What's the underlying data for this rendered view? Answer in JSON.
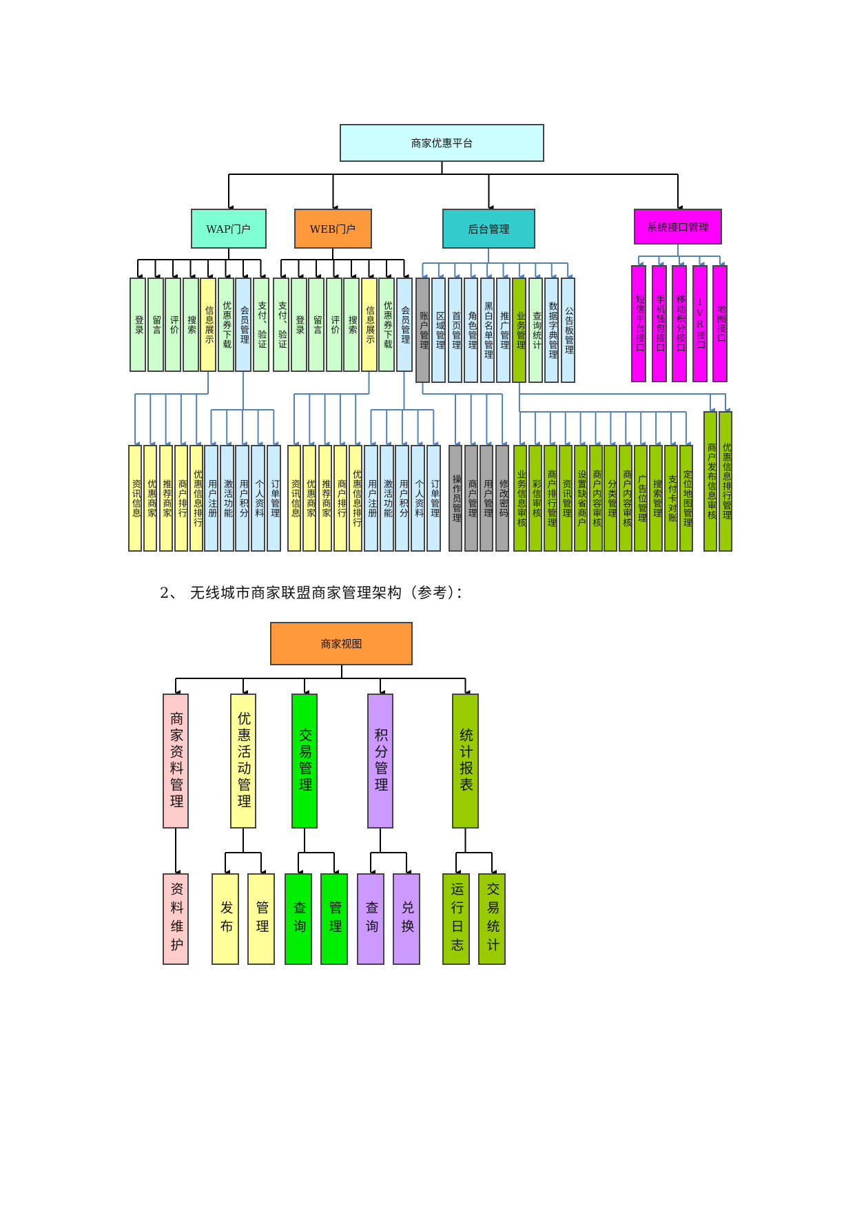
{
  "diagram1": {
    "root": "商家优惠平台",
    "branches": [
      {
        "label": "WAP门户",
        "color": "#7fffd4",
        "children": [
          "登录",
          "留言",
          "评价",
          "搜索",
          "信息展示",
          "优惠券下载",
          "会员管理",
          "支付、验证"
        ]
      },
      {
        "label": "WEB门户",
        "color": "#ff9a3c",
        "children": [
          "支付、验证",
          "登录",
          "留言",
          "评价",
          "搜索",
          "信息展示",
          "优惠券下载",
          "会员管理"
        ]
      },
      {
        "label": "后台管理",
        "color": "#33cccc",
        "children": [
          "账户管理",
          "区域管理",
          "首页管理",
          "角色管理",
          "黑白名单管理",
          "推广管理",
          "业务管理",
          "查询统计",
          "数据字典管理",
          "公告板管理"
        ]
      },
      {
        "label": "系统接口管理",
        "color": "#ff00ff",
        "children": [
          "短信平台接口",
          "手机钱包接口",
          "移动积分接口",
          "IVR接口",
          "地图接口"
        ]
      }
    ],
    "wap_info_children": [
      "资讯信息",
      "优惠商家",
      "推荐商家",
      "商户排行",
      "优惠信息排行"
    ],
    "wap_member_children": [
      "用户注册",
      "激活功能",
      "用户积分",
      "个人资料",
      "订单管理"
    ],
    "web_info_children": [
      "资讯信息",
      "优惠商家",
      "推荐商家",
      "商户排行",
      "优惠信息排行"
    ],
    "web_member_children": [
      "用户注册",
      "激活功能",
      "用户积分",
      "个人资料",
      "订单管理"
    ],
    "account_children": [
      "操作员管理",
      "商户管理",
      "用户管理",
      "修改密码"
    ],
    "business_children": [
      "业务信息审核",
      "彩信审核",
      "商户排行管理",
      "资讯管理",
      "设置缺省商户",
      "商户内容审核",
      "分类管理",
      "商户内容审核",
      "广告位管理",
      "搜索管理",
      "支付卡对账",
      "定位地图管理",
      "商户发布信息审核",
      "优惠信息排行管理"
    ]
  },
  "heading": "2、 无线城市商家联盟商家管理架构（参考）：",
  "diagram2": {
    "root": "商家视图",
    "root_color": "#ff9a3c",
    "branches": [
      {
        "label": "商家资料管理",
        "color": "#ffcccc",
        "children": [
          "资料维护"
        ]
      },
      {
        "label": "优惠活动管理",
        "color": "#ffff99",
        "children": [
          "发布",
          "管理"
        ]
      },
      {
        "label": "交易管理",
        "color": "#00ee00",
        "children": [
          "查询",
          "管理"
        ]
      },
      {
        "label": "积分管理",
        "color": "#cc99ff",
        "children": [
          "查询",
          "兑换"
        ]
      },
      {
        "label": "统计报表",
        "color": "#99cc00",
        "children": [
          "运行日志",
          "交易统计"
        ]
      }
    ]
  },
  "colors": {
    "root1": "#ccffff",
    "light_green": "#ccffcc",
    "light_yellow": "#ffff99",
    "light_blue": "#ccecff",
    "gray": "#a6a6a6",
    "olive": "#99cc00",
    "blue_line": "#4f81bd",
    "black_line": "#000000"
  }
}
